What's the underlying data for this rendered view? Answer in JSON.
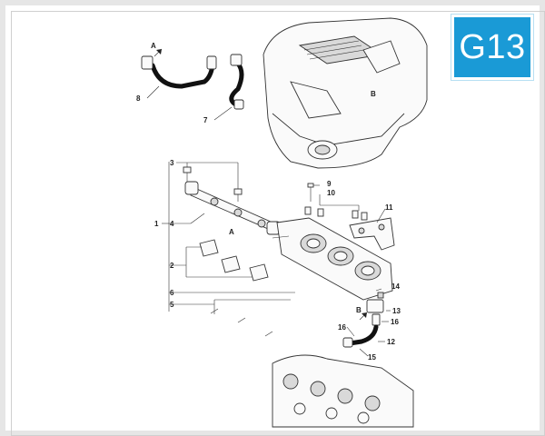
{
  "badge": {
    "text": "G13",
    "color": "#1a9ad6"
  },
  "callouts": {
    "c1": "1",
    "c2": "2",
    "c3": "3",
    "c4": "4",
    "c5": "5",
    "c6": "6",
    "c7": "7",
    "c8": "8",
    "c9": "9",
    "c10": "10",
    "c11": "11",
    "c12": "12",
    "c13": "13",
    "c14": "14",
    "c15": "15",
    "c16a": "16",
    "c16b": "16"
  },
  "arrows": {
    "a_top": "A",
    "a_mid": "A",
    "b_airbox": "B",
    "b_mid": "B"
  }
}
